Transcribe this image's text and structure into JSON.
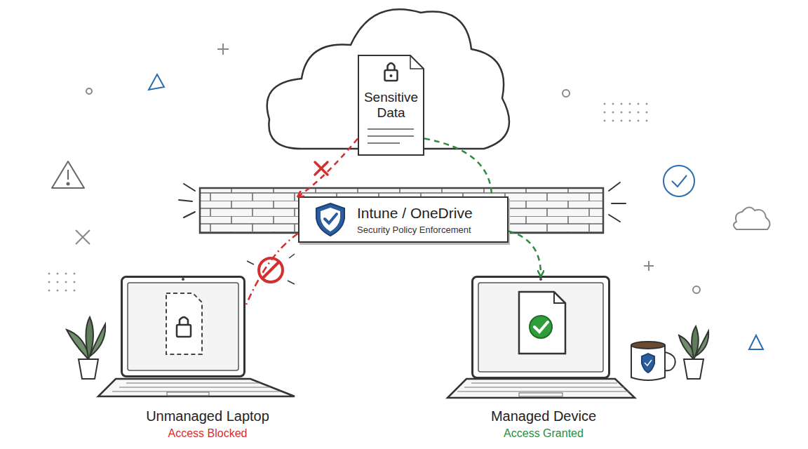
{
  "diagram": {
    "nodes": [
      {
        "text": [
          "Sensitive Data"
        ]
      },
      {
        "text": [
          "Intune / OneDrive",
          "Security Policy Enforcement"
        ]
      },
      {
        "text": [
          "Unmanaged Laptop",
          "Access Blocked"
        ]
      },
      {
        "text": [
          "Managed Device",
          "Access Granted"
        ]
      }
    ],
    "edges": [
      {
        "from": 0,
        "to": 1,
        "arrow": "to"
      },
      {
        "from": 1,
        "to": 2,
        "arrow": "none"
      },
      {
        "from": 0,
        "to": 1,
        "arrow": "none"
      },
      {
        "from": 1,
        "to": 3,
        "arrow": "to"
      }
    ]
  }
}
